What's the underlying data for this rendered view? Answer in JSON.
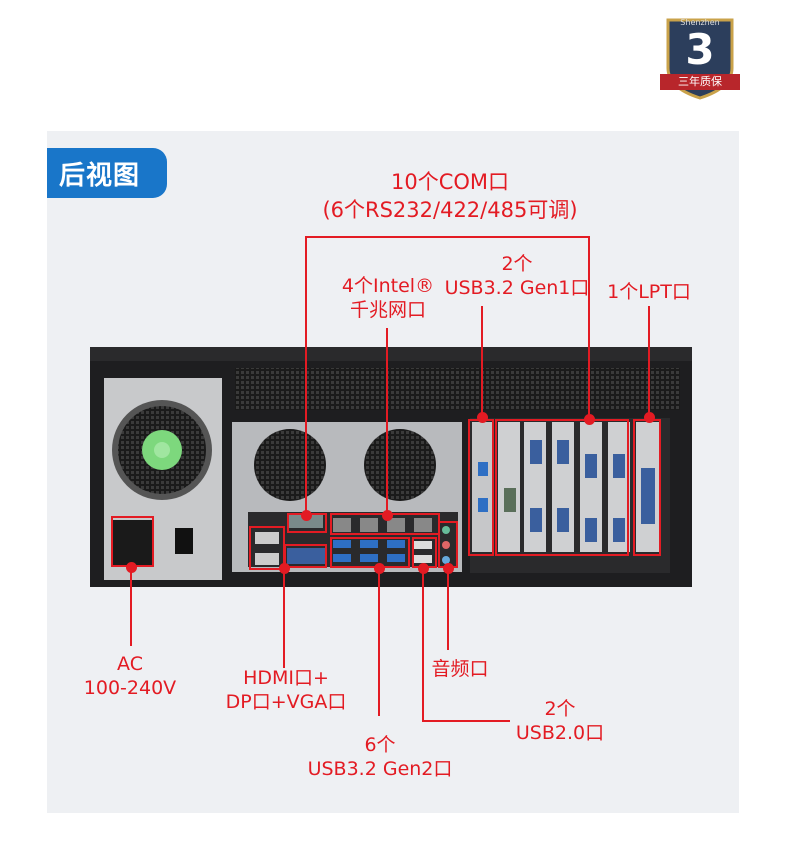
{
  "section_tag": "后视图",
  "badge": {
    "number": "3",
    "ribbon": "三年质保",
    "brand": "Shenzhen"
  },
  "labels": {
    "com": [
      "10个COM口",
      "(6个RS232/422/485可调)"
    ],
    "lan": [
      "4个Intel® ",
      "千兆网口"
    ],
    "usb_gen1": [
      "2个",
      "USB3.2 Gen1口"
    ],
    "lpt": "1个LPT口",
    "ac": [
      "AC",
      "100-240V"
    ],
    "hdmi": [
      "HDMI口+",
      "DP口+VGA口"
    ],
    "audio": "音频口",
    "usb_gen2": [
      "6个",
      "USB3.2 Gen2口"
    ],
    "usb2": [
      "2个",
      "USB2.0口"
    ]
  },
  "colors": {
    "accent": "#e31b23",
    "tag_bg": "#1976c9",
    "panel_bg": "#eef0f3",
    "chassis": "#1e1e20"
  }
}
